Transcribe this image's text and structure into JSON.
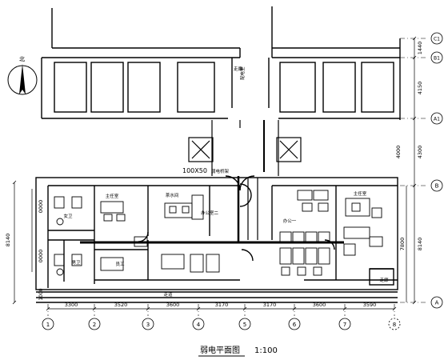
{
  "plan": {
    "title": "弱电平面图",
    "scale": "1:100",
    "north_label": "北",
    "axes_x": [
      "1",
      "2",
      "3",
      "4",
      "5",
      "6",
      "7",
      "8"
    ],
    "axes_y": [
      "C1",
      "B1",
      "A1",
      "B",
      "A"
    ],
    "dims_bottom": [
      "3300",
      "3520",
      "3600",
      "3170",
      "3170",
      "3600",
      "3590"
    ],
    "dims_right": [
      "1440",
      "4150",
      "4000",
      "4300",
      "7800",
      "8140"
    ],
    "dims_left": [
      "8140",
      "0000",
      "0000",
      "1000"
    ],
    "tray_label": "100X50",
    "tray_note": "弱电桥架",
    "room_labels": {
      "corridor_top": "走廊",
      "upper_room": "配电室",
      "office_left": "主任室",
      "office_mid": "办公室二",
      "office_right": "办公一",
      "manager": "主任室",
      "staff": "员工",
      "tea": "茶水间",
      "toilet_w": "女卫",
      "toilet_m": "男卫",
      "corner": "走廊",
      "lower_corridor": "走道"
    }
  }
}
